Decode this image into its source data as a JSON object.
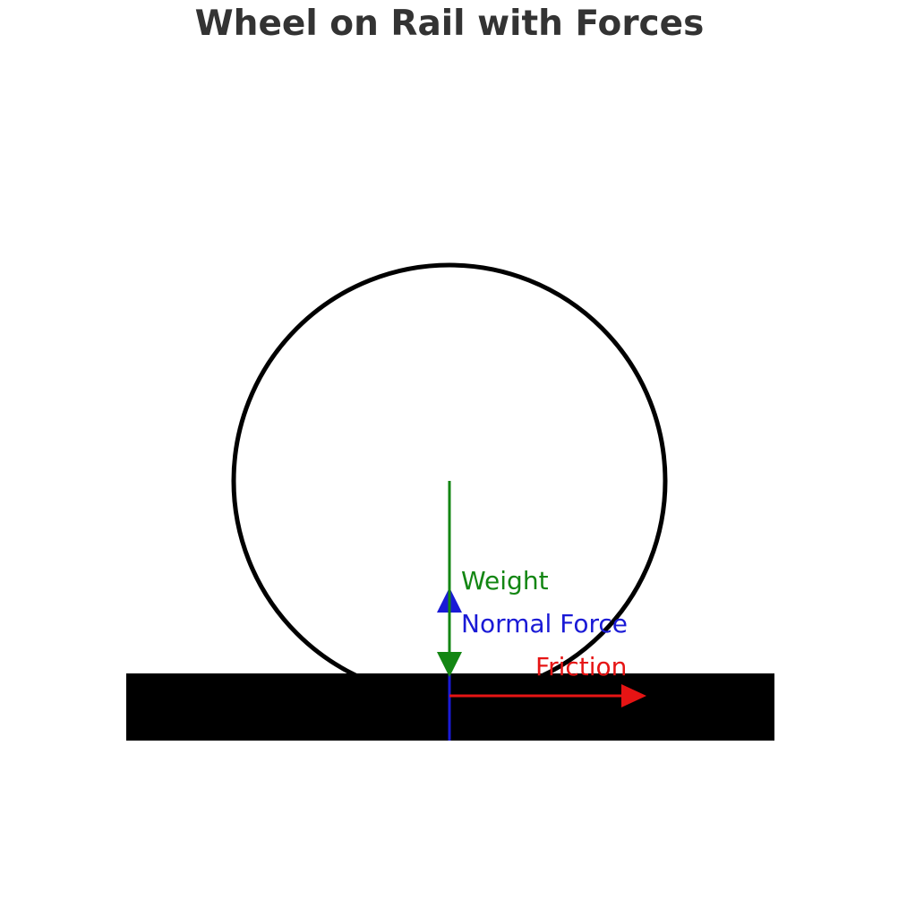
{
  "title": "Wheel on Rail with Forces",
  "colors": {
    "background": "#ffffff",
    "title": "#333333",
    "wheel": "#000000",
    "rail": "#000000",
    "weight": "#138613",
    "normal_force": "#1a1ad6",
    "friction": "#e61414"
  },
  "labels": {
    "weight": "Weight",
    "normal_force": "Normal Force",
    "friction": "Friction"
  }
}
